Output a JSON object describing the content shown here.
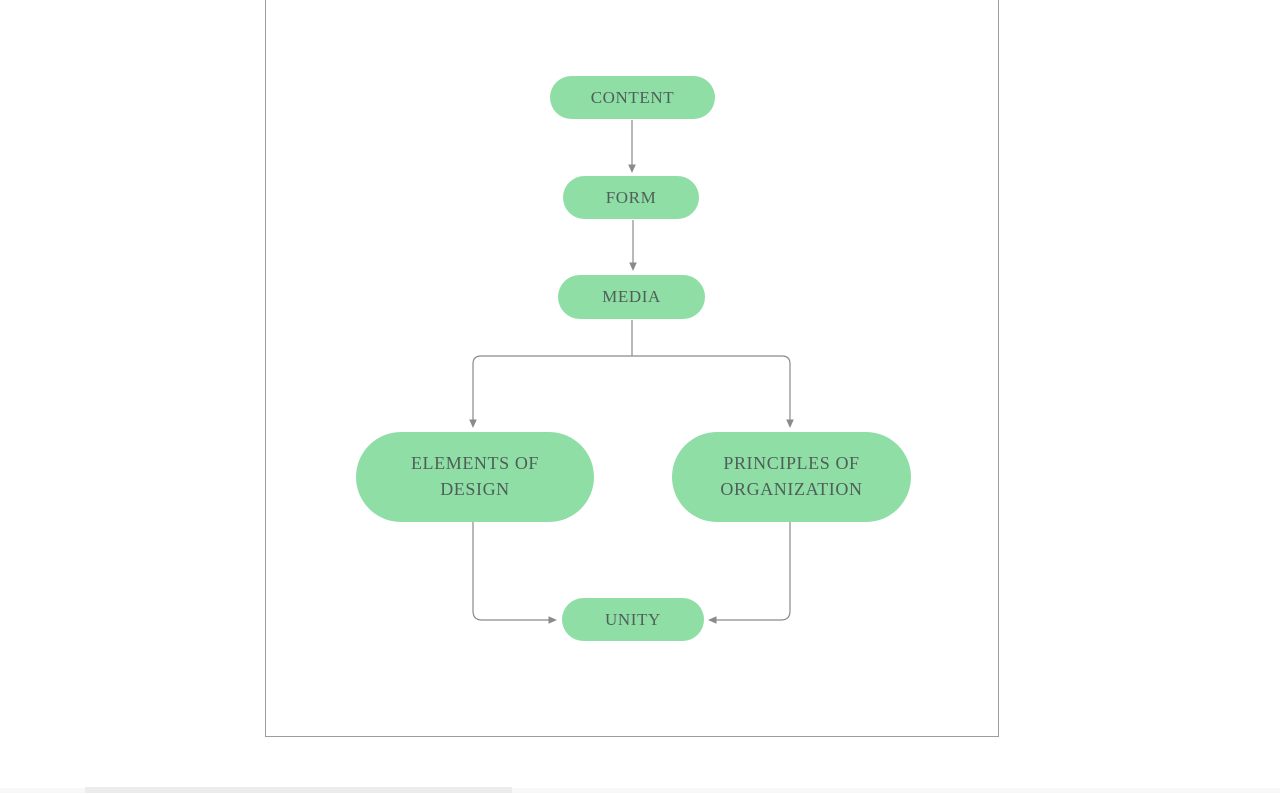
{
  "canvas": {
    "background": "#ffffff",
    "border_color": "#9c9c9c"
  },
  "diagram": {
    "type": "flowchart",
    "node_fill": "#8fdea6",
    "node_text_color": "#4e5f58",
    "connector_color": "#8a8a8a",
    "nodes": [
      {
        "id": "content",
        "label": "CONTENT"
      },
      {
        "id": "form",
        "label": "FORM"
      },
      {
        "id": "media",
        "label": "MEDIA"
      },
      {
        "id": "elements-of-design",
        "label": "ELEMENTS OF DESIGN"
      },
      {
        "id": "principles-of-organization",
        "label": "PRINCIPLES OF ORGANIZATION"
      },
      {
        "id": "unity",
        "label": "UNITY"
      }
    ],
    "edges": [
      {
        "from": "content",
        "to": "form"
      },
      {
        "from": "form",
        "to": "media"
      },
      {
        "from": "media",
        "to": "elements-of-design"
      },
      {
        "from": "media",
        "to": "principles-of-organization"
      },
      {
        "from": "elements-of-design",
        "to": "unity"
      },
      {
        "from": "principles-of-organization",
        "to": "unity"
      }
    ]
  }
}
